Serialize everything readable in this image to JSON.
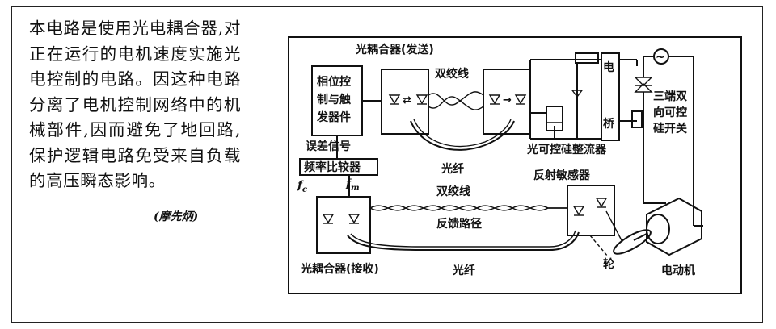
{
  "article": {
    "paragraph": "本电路是使用光电耦合器,对正在运行的电机速度实施光电控制的电路。因这种电路分离了电机控制网络中的机械部件,因而避免了地回路,保护逻辑电路免受来自负载的高压瞬态影响。",
    "author": "(摩先炳)"
  },
  "diagram": {
    "coupler_send": "光耦合器(发送)",
    "phase_block_line1": "相位控",
    "phase_block_line2": "制与触",
    "phase_block_line3": "发器件",
    "twisted_pair_top": "双绞线",
    "fiber_top": "光纤",
    "error_signal": "误差信号",
    "comparator": "频率比较器",
    "fc": "f",
    "fc_sub": "c",
    "fm": "f",
    "fm_sub": "m",
    "twisted_pair_bottom": "双绞线",
    "feedback_path": "反馈路径",
    "reflective_sensor": "反射敏感器",
    "coupler_receive": "光耦合器(接收)",
    "fiber_bottom": "光纤",
    "wheel": "轮",
    "motor": "电动机",
    "scr": "光可控硅整流器",
    "bridge_top": "电",
    "bridge_bottom": "桥",
    "triac_line1": "三端双",
    "triac_line2": "向可控",
    "triac_line3": "硅开关",
    "ac_source": "~"
  }
}
